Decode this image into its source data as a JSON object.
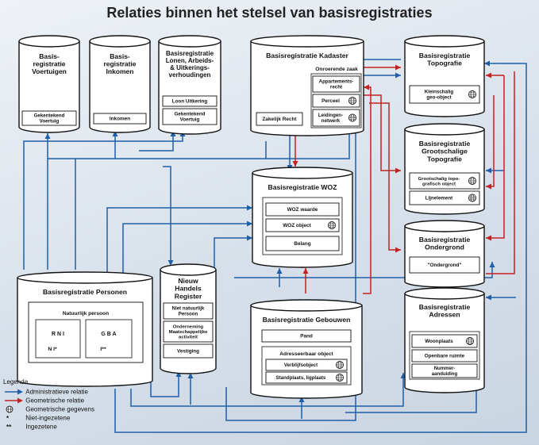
{
  "title": "Relaties binnen het stelsel van basisregistraties",
  "colors": {
    "administrative": "#1f5fa8",
    "geometric": "#c42222",
    "box_border": "#111111"
  },
  "registries": {
    "voertuigen": {
      "title": [
        "Basis-",
        "registratie",
        "Voertuigen"
      ],
      "items": [
        [
          "Gekentekend",
          "Voertuig"
        ]
      ]
    },
    "inkomen": {
      "title": [
        "Basis-",
        "registratie",
        "Inkomen"
      ],
      "items": [
        [
          "Inkomen"
        ]
      ]
    },
    "lonen": {
      "title": [
        "Basisregistratie",
        "Lonen, Arbeids-",
        "& Uitkerings-",
        "verhoudingen"
      ],
      "items": [
        [
          "Loon Uitkering"
        ],
        [
          "Gekentekend",
          "Voertuig"
        ]
      ]
    },
    "kadaster": {
      "title": [
        "Basisregistratie Kadaster"
      ],
      "sub": "Onroerende zaak",
      "items": [
        [
          "Appartements-",
          "recht"
        ],
        [
          "Perceel"
        ],
        [
          "Leidingen-",
          "netwerk"
        ]
      ],
      "left_item": [
        "Zakelijk Recht"
      ]
    },
    "topografie": {
      "title": [
        "Basisregistratie",
        "Topografie"
      ],
      "items": [
        [
          "Kleinschalig",
          "geo-object"
        ]
      ]
    },
    "grootschalige": {
      "title": [
        "Basisregistratie",
        "Grootschalige",
        "Topografie"
      ],
      "items": [
        [
          "Grootschalig topo-",
          "grafisch object"
        ],
        [
          "Lijnelement"
        ]
      ]
    },
    "woz": {
      "title": [
        "Basisregistratie WOZ"
      ],
      "items": [
        [
          "WOZ waarde"
        ],
        [
          "WOZ object"
        ],
        [
          "Belang"
        ]
      ]
    },
    "ondergrond": {
      "title": [
        "Basisregistratie",
        "Ondergrond"
      ],
      "items": [
        [
          "\"Ondergrond\""
        ]
      ]
    },
    "personen": {
      "title": [
        "Basisregistratie Personen"
      ],
      "sub": "Natuurlijk persoon",
      "quad": [
        "R N I",
        "G B A",
        "N I*",
        "I**"
      ]
    },
    "nhr": {
      "title": [
        "Nieuw",
        "Handels",
        "Register"
      ],
      "items": [
        [
          "Niet natuurlijk",
          "Persoon"
        ],
        [
          "Onderneming",
          "Maatschappelijke",
          "activiteit"
        ],
        [
          "Vestiging"
        ]
      ]
    },
    "gebouwen": {
      "title": [
        "Basisregistratie Gebouwen"
      ],
      "items": [
        [
          "Pand"
        ]
      ],
      "sub": "Adresseerbaar object",
      "subitems": [
        [
          "Verblijfsobject"
        ],
        [
          "Standplaats, ligplaats"
        ]
      ]
    },
    "adressen": {
      "title": [
        "Basisregistratie",
        "Adressen"
      ],
      "items": [
        [
          "Woonplaats"
        ],
        [
          "Openbare ruimte"
        ],
        [
          "Nummer-",
          "aanduiding"
        ]
      ]
    }
  },
  "legend": {
    "title": "Legenda",
    "items": [
      {
        "symbol": "administrative",
        "label": "Administratieve relatie"
      },
      {
        "symbol": "geometric",
        "label": "Geometrische relatie"
      },
      {
        "symbol": "globe-icon",
        "label": "Geometrische gegevens"
      },
      {
        "symbol": "*",
        "label": "Niet-ingezetene"
      },
      {
        "symbol": "**",
        "label": "Ingezetene"
      }
    ]
  }
}
